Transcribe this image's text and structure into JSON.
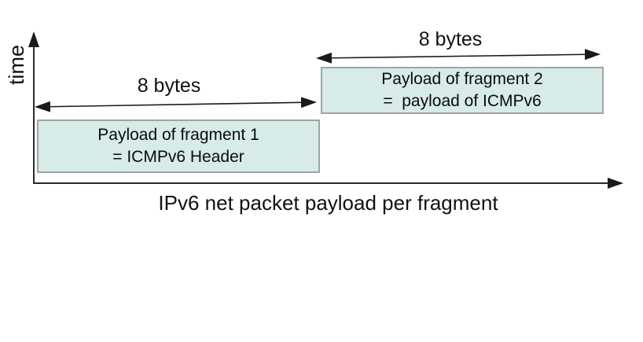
{
  "diagram": {
    "time_axis_label": "time",
    "x_axis_label": "IPv6 net packet payload per fragment",
    "fragments": [
      {
        "width_label": "8 bytes",
        "line1": "Payload of fragment 1",
        "line2": "= ICMPv6 Header"
      },
      {
        "width_label": "8 bytes",
        "line1": "Payload of fragment 2",
        "line2": "=  payload of ICMPv6"
      }
    ],
    "colors": {
      "box_fill": "#d7ebe8",
      "box_border": "#9ca6a4",
      "arrow": "#1a1a1a",
      "text": "#111111",
      "background": "#ffffff"
    }
  }
}
